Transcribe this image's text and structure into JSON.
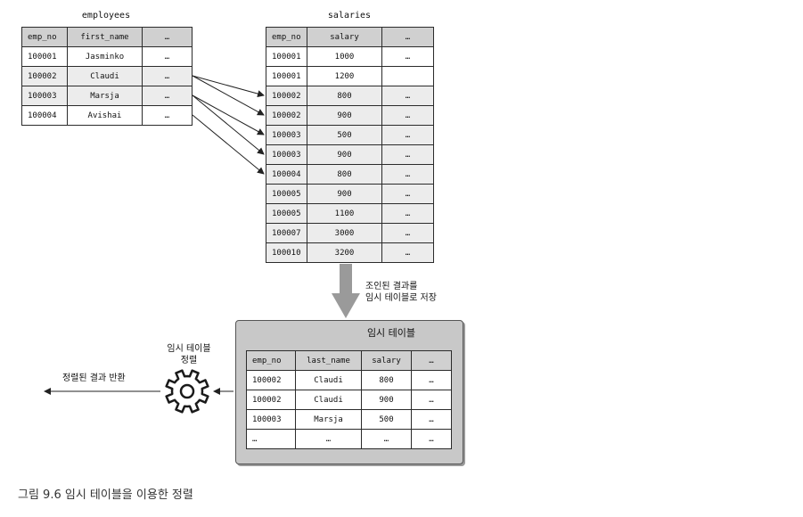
{
  "employees": {
    "title": "employees",
    "columns": [
      "emp_no",
      "first_name",
      "…"
    ],
    "rows": [
      [
        "100001",
        "Jasminko",
        "…"
      ],
      [
        "100002",
        "Claudi",
        "…"
      ],
      [
        "100003",
        "Marsja",
        "…"
      ],
      [
        "100004",
        "Avishai",
        "…"
      ]
    ]
  },
  "salaries": {
    "title": "salaries",
    "columns": [
      "emp_no",
      "salary",
      "…"
    ],
    "rows": [
      [
        "100001",
        "1000",
        "…"
      ],
      [
        "100001",
        "1200",
        ""
      ],
      [
        "100002",
        "800",
        "…"
      ],
      [
        "100002",
        "900",
        "…"
      ],
      [
        "100003",
        "500",
        "…"
      ],
      [
        "100003",
        "900",
        "…"
      ],
      [
        "100004",
        "800",
        "…"
      ],
      [
        "100005",
        "900",
        "…"
      ],
      [
        "100005",
        "1100",
        "…"
      ],
      [
        "100007",
        "3000",
        "…"
      ],
      [
        "100010",
        "3200",
        "…"
      ]
    ]
  },
  "join_label": {
    "line1": "조인된 결과를",
    "line2": "임시 테이블로 저장"
  },
  "temp_table": {
    "title": "임시 테이블",
    "columns": [
      "emp_no",
      "last_name",
      "salary",
      "…"
    ],
    "rows": [
      [
        "100002",
        "Claudi",
        "800",
        "…"
      ],
      [
        "100002",
        "Claudi",
        "900",
        "…"
      ],
      [
        "100003",
        "Marsja",
        "500",
        "…"
      ],
      [
        "…",
        "…",
        "…",
        "…"
      ]
    ]
  },
  "sort_label": {
    "line1": "임시 테이블",
    "line2": "정렬"
  },
  "return_label": "정렬된 결과 반환",
  "caption": {
    "number": "그림 9.6",
    "text": "임시 테이블을 이용한 정렬"
  }
}
